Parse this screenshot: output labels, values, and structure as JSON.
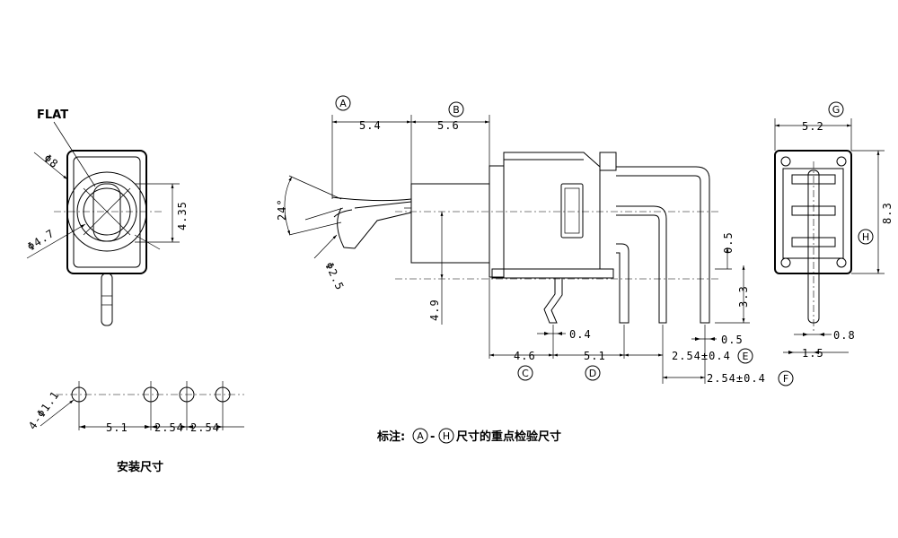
{
  "front_view": {
    "flat_label": "FLAT",
    "dia_outer": "Φ8",
    "dia_inner": "Φ4.7",
    "height": "4.35"
  },
  "side_view": {
    "lever_length": "5.4",
    "bushing_length": "5.6",
    "angle": "24°",
    "lever_dia": "Φ2.5",
    "pivot_height": "4.9",
    "offset_05_top": "0.5",
    "offset_33": "3.3",
    "pin_04": "0.4",
    "pin_05": "0.5",
    "pitch_46": "4.6",
    "pitch_51": "5.1",
    "pitch_e": "2.54±0.4",
    "pitch_f": "2.54±0.4"
  },
  "end_view": {
    "width": "5.2",
    "height": "8.3",
    "pin_08": "0.8",
    "pin_15": "1.5"
  },
  "markers": {
    "a": "A",
    "b": "B",
    "c": "C",
    "d": "D",
    "e": "E",
    "f": "F",
    "g": "G",
    "h": "H"
  },
  "mounting": {
    "holes": "4-Φ1.1",
    "spacing_1": "5.1",
    "spacing_2": "2.54",
    "spacing_3": "2.54",
    "caption": "安装尺寸"
  },
  "note": {
    "prefix": "标注:",
    "from": "A",
    "dash": "-",
    "to": "H",
    "suffix": "尺寸的重点检验尺寸"
  }
}
